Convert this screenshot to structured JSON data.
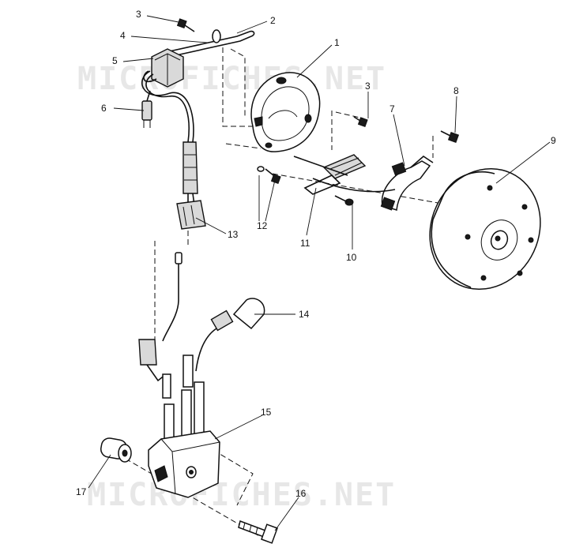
{
  "watermark": "MICROFICHES.NET",
  "callouts": [
    "1",
    "2",
    "3",
    "4",
    "5",
    "6",
    "7",
    "8",
    "9",
    "10",
    "11",
    "12",
    "13",
    "14",
    "15",
    "16",
    "17"
  ],
  "extra_callouts": {
    "second_3": "3"
  }
}
